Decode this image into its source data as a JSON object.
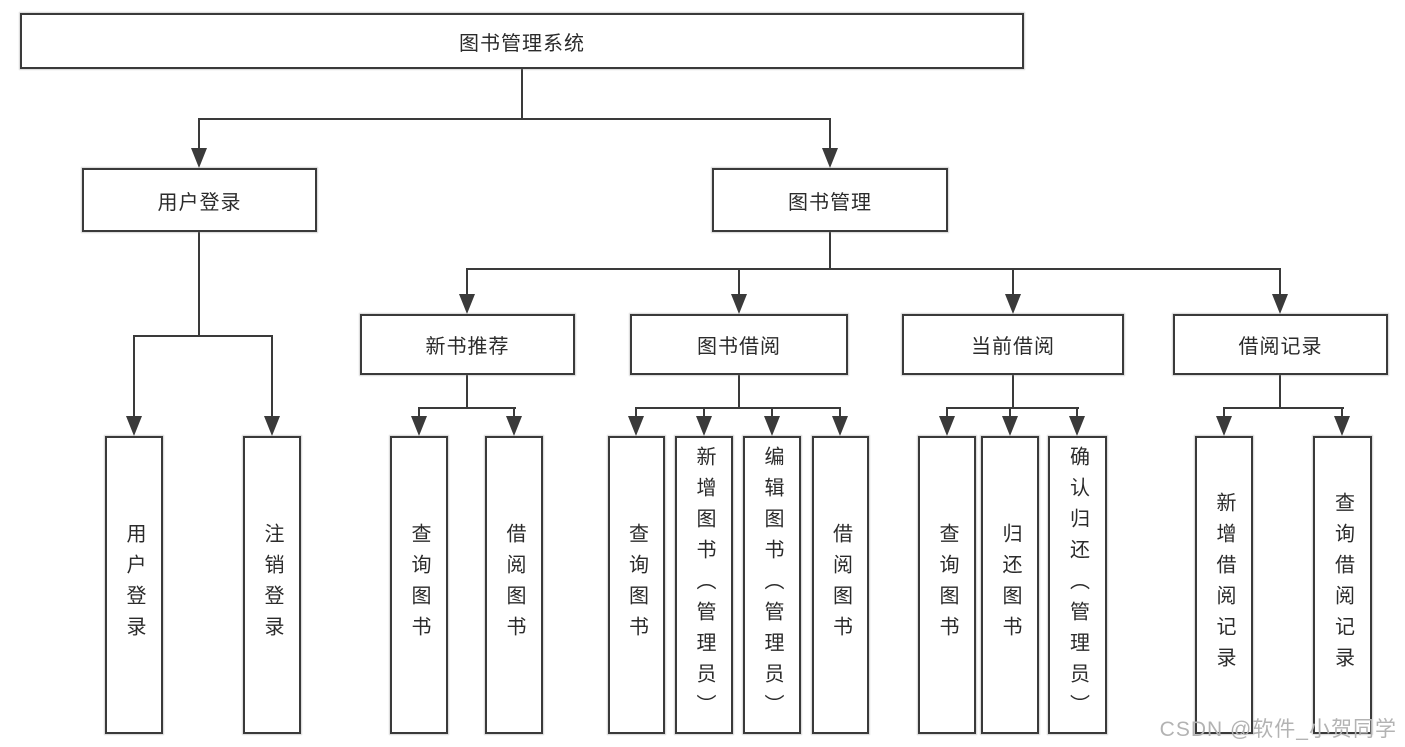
{
  "diagram": {
    "root": {
      "label": "图书管理系统"
    },
    "branches": [
      {
        "label": "用户登录",
        "children": [
          "用户登录",
          "注销登录"
        ]
      },
      {
        "label": "图书管理",
        "children": [
          {
            "label": "新书推荐",
            "children": [
              "查询图书",
              "借阅图书"
            ]
          },
          {
            "label": "图书借阅",
            "children": [
              "查询图书",
              "新增图书（管理员）",
              "编辑图书（管理员）",
              "借阅图书"
            ]
          },
          {
            "label": "当前借阅",
            "children": [
              "查询图书",
              "归还图书",
              "确认归还（管理员）"
            ]
          },
          {
            "label": "借阅记录",
            "children": [
              "新增借阅记录",
              "查询借阅记录"
            ]
          }
        ]
      }
    ]
  },
  "watermark": "CSDN @软件_小贺同学",
  "colors": {
    "line": "#3a3a3a",
    "text": "#2b2b2b",
    "watermark": "#b3b3b3",
    "background": "#ffffff"
  }
}
